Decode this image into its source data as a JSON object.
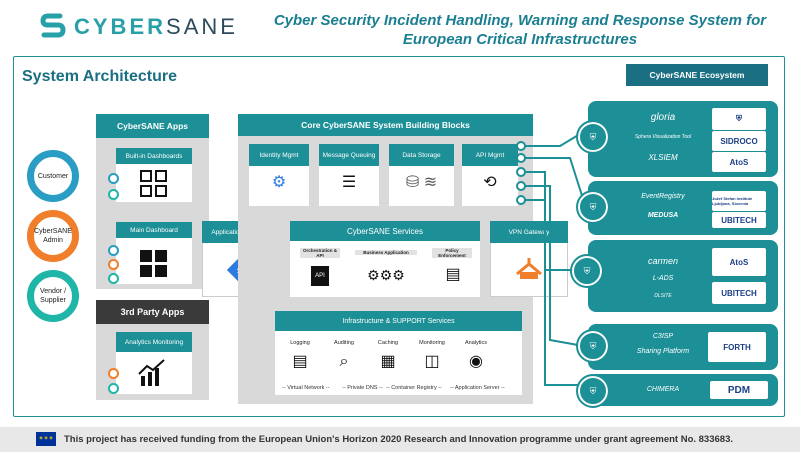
{
  "header": {
    "logo_cyber": "CYBER",
    "logo_sane": "SANE",
    "title_line1": "Cyber Security Incident Handling, Warning and Response System for",
    "title_line2": "European Critical Infrastructures"
  },
  "main": {
    "title": "System Architecture",
    "actors": [
      "Customer",
      "CyberSANE Admin",
      "Vendor / Supplier"
    ],
    "apps": {
      "title": "CyberSANE Apps",
      "builtin": "Built-in Dashboards",
      "main_dashboard": "Main Dashboard"
    },
    "third_party": {
      "title": "3rd Party Apps",
      "analytics": "Analytics Monitoring"
    },
    "app_gateway": "Application Gateway",
    "core": {
      "title": "Core CyberSANE System Building Blocks",
      "blocks": [
        "Identity Mgmt",
        "Message Queuing",
        "Data Storage",
        "API Mgmt"
      ]
    },
    "services": {
      "title": "CyberSANE Services",
      "items": [
        "Orchestration & API",
        "Business Application",
        "Policy Enforcement"
      ],
      "api_label": "API"
    },
    "vpn": "VPN Gateway",
    "infra": {
      "title": "Infrastructure & SUPPORT Services",
      "items": [
        "Logging",
        "Auditing",
        "Caching",
        "Monitoring",
        "Analytics"
      ],
      "footer_items": [
        "Virtual Network",
        "Private DNS",
        "Container Registry",
        "Application Server"
      ]
    }
  },
  "ecosystem": {
    "title": "CyberSANE Ecosystem",
    "groups": [
      {
        "icon": "LiveNet",
        "left": [
          "gloria",
          "Sphera Visualization Tool",
          "XLSIEM"
        ],
        "right": [
          "SIDROCO",
          "AtoS"
        ]
      },
      {
        "icon": "DeepNet",
        "left": [
          "EventRegistry",
          "MEDUSA"
        ],
        "right": [
          "Jožef Stefan Institute Ljubljana, Slovenia",
          "UBITECH"
        ]
      },
      {
        "icon": "HybridNet",
        "left": [
          "carmen",
          "L-ADS",
          "DLSITE"
        ],
        "right": [
          "AtoS",
          "UBITECH"
        ]
      },
      {
        "icon": "ShareNet",
        "left": [
          "C3ISP",
          "Sharing Platform"
        ],
        "right": [
          "FORTH"
        ]
      },
      {
        "icon": "PrivacyNet",
        "left": [
          "CHIMERA"
        ],
        "right": [
          "PDM"
        ]
      }
    ]
  },
  "footer": {
    "text": "This project has received funding from the European Union's Horizon 2020 Research and Innovation programme under grant agreement No. 833683."
  },
  "colors": {
    "accent": "#1d8f96",
    "title": "#1b7f92",
    "dark": "#3a3a3a"
  }
}
